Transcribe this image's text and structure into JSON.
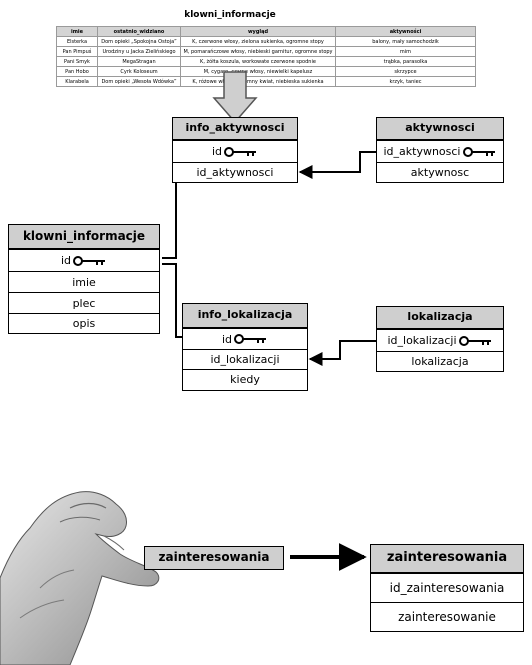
{
  "source_table": {
    "title": "klowni_informacje",
    "headers": [
      "imie",
      "ostatnio_widziano",
      "wygląd",
      "aktywności"
    ],
    "rows": [
      [
        "Elsterka",
        "Dom opieki „Spokojna Ostoja”",
        "K, czerwone włosy, zielona sukienka, ogromne stopy",
        "balony, mały samochodzik"
      ],
      [
        "Pan Pimpuś",
        "Urodziny u Jacka Zielińskiego",
        "M, pomarańczowe włosy, niebieski garnitur, ogromne stopy",
        "mim"
      ],
      [
        "Pani Smyk",
        "MegaStragan",
        "K, żółta koszula, workowate czerwone spodnie",
        "trąbka, parasolka"
      ],
      [
        "Pan Hobo",
        "Cyrk Koloseum",
        "M, cygaro, czarne włosy, niewielki kapelusz",
        "skrzypce"
      ],
      [
        "Klarabela",
        "Dom opieki „Wesoła Wdówka”",
        "K, różowe włosy, ogromny kwiat, niebieska sukienka",
        "krzyk, taniec"
      ]
    ]
  },
  "tables": {
    "info_aktywnosci": {
      "title": "info_aktywnosci",
      "rows": [
        "id",
        "id_aktywnosci"
      ]
    },
    "aktywnosci": {
      "title": "aktywnosci",
      "rows": [
        "id_aktywnosci",
        "aktywnosc"
      ]
    },
    "klowni_informacje": {
      "title": "klowni_informacje",
      "rows": [
        "id",
        "imie",
        "plec",
        "opis"
      ]
    },
    "info_lokalizacja": {
      "title": "info_lokalizacja",
      "rows": [
        "id",
        "id_lokalizacji",
        "kiedy"
      ]
    },
    "lokalizacja": {
      "title": "lokalizacja",
      "rows": [
        "id_lokalizacji",
        "lokalizacja"
      ]
    },
    "zainteresowania": {
      "title": "zainteresowania",
      "rows": [
        "id_zainteresowania",
        "zainteresowanie"
      ]
    }
  },
  "bottom_label": "zainteresowania",
  "icons": {
    "key": "key-icon",
    "hand": "hand-image"
  }
}
